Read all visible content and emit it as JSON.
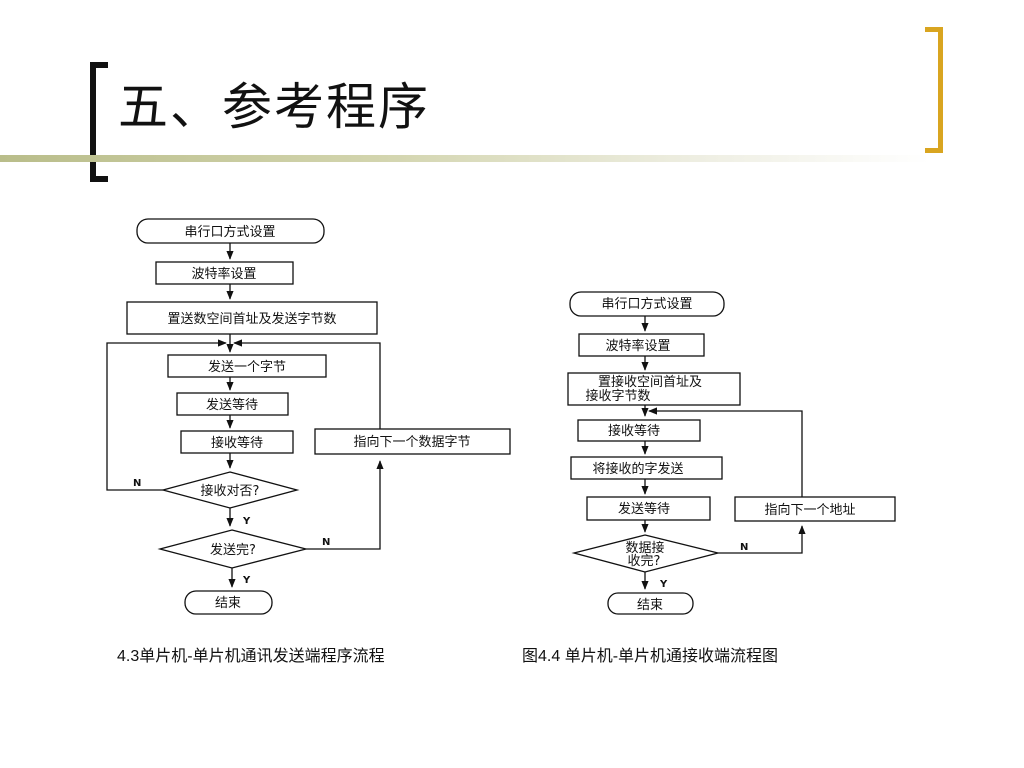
{
  "slide": {
    "title": "五、参考程序"
  },
  "send_flow": {
    "serial_setup": "串行口方式设置",
    "baud_setup": "波特率设置",
    "set_addr": "置送数空间首址及发送字节数",
    "send_byte": "发送一个字节",
    "send_wait": "发送等待",
    "recv_wait": "接收等待",
    "next_byte": "指向下一个数据字节",
    "check_recv": "接收对否?",
    "check_done": "发送完?",
    "end": "结束",
    "label_n1": "N",
    "label_y1": "Y",
    "label_n2": "N",
    "label_y2": "Y"
  },
  "recv_flow": {
    "serial_setup": "串行口方式设置",
    "baud_setup": "波特率设置",
    "set_addr_line1": "置接收空间首址及",
    "set_addr_line2": "接收字节数",
    "recv_wait": "接收等待",
    "echo": "将接收的字发送",
    "send_wait": "发送等待",
    "next_addr": "指向下一个地址",
    "check_line1": "数据接",
    "check_line2": "收完?",
    "end": "结束",
    "label_n": "N",
    "label_y": "Y"
  },
  "captions": {
    "send": "4.3单片机-单片机通讯发送端程序流程",
    "recv": "图4.4 单片机-单片机通接收端流程图"
  }
}
